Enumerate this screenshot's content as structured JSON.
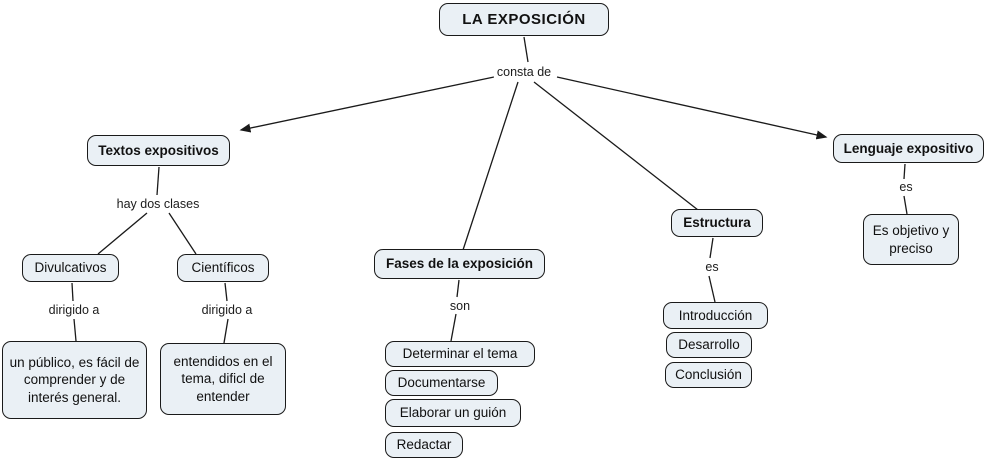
{
  "colors": {
    "background": "#ffffff",
    "node_fill": "#eaf0f5",
    "node_border": "#1a1a1a",
    "line": "#1a1a1a",
    "text": "#111111"
  },
  "nodes": {
    "root": {
      "label": "LA EXPOSICIÓN"
    },
    "textos": {
      "label": "Textos expositivos"
    },
    "divulcativos": {
      "label": "Divulcativos"
    },
    "cientificos": {
      "label": "Científicos"
    },
    "publico": {
      "label": "un público, es fácil de comprender y de interés general."
    },
    "entendidos": {
      "label": "entendidos en el tema, dificl de entender"
    },
    "fases": {
      "label": "Fases de la exposición"
    },
    "determinar": {
      "label": "Determinar el tema"
    },
    "documentarse": {
      "label": "Documentarse"
    },
    "elaborar": {
      "label": "Elaborar un guión"
    },
    "redactar": {
      "label": "Redactar"
    },
    "estructura": {
      "label": "Estructura"
    },
    "introduccion": {
      "label": "Introducción"
    },
    "desarrollo": {
      "label": "Desarrollo"
    },
    "conclusion": {
      "label": "Conclusión"
    },
    "lenguaje": {
      "label": "Lenguaje expositivo"
    },
    "objetivo": {
      "label": "Es objetivo y preciso"
    }
  },
  "links": {
    "consta_de": "consta de",
    "hay_dos_clases": "hay dos clases",
    "dirigido_a_left": "dirigido a",
    "dirigido_a_right": "dirigido a",
    "son": "son",
    "es_estructura": "es",
    "es_lenguaje": "es"
  }
}
